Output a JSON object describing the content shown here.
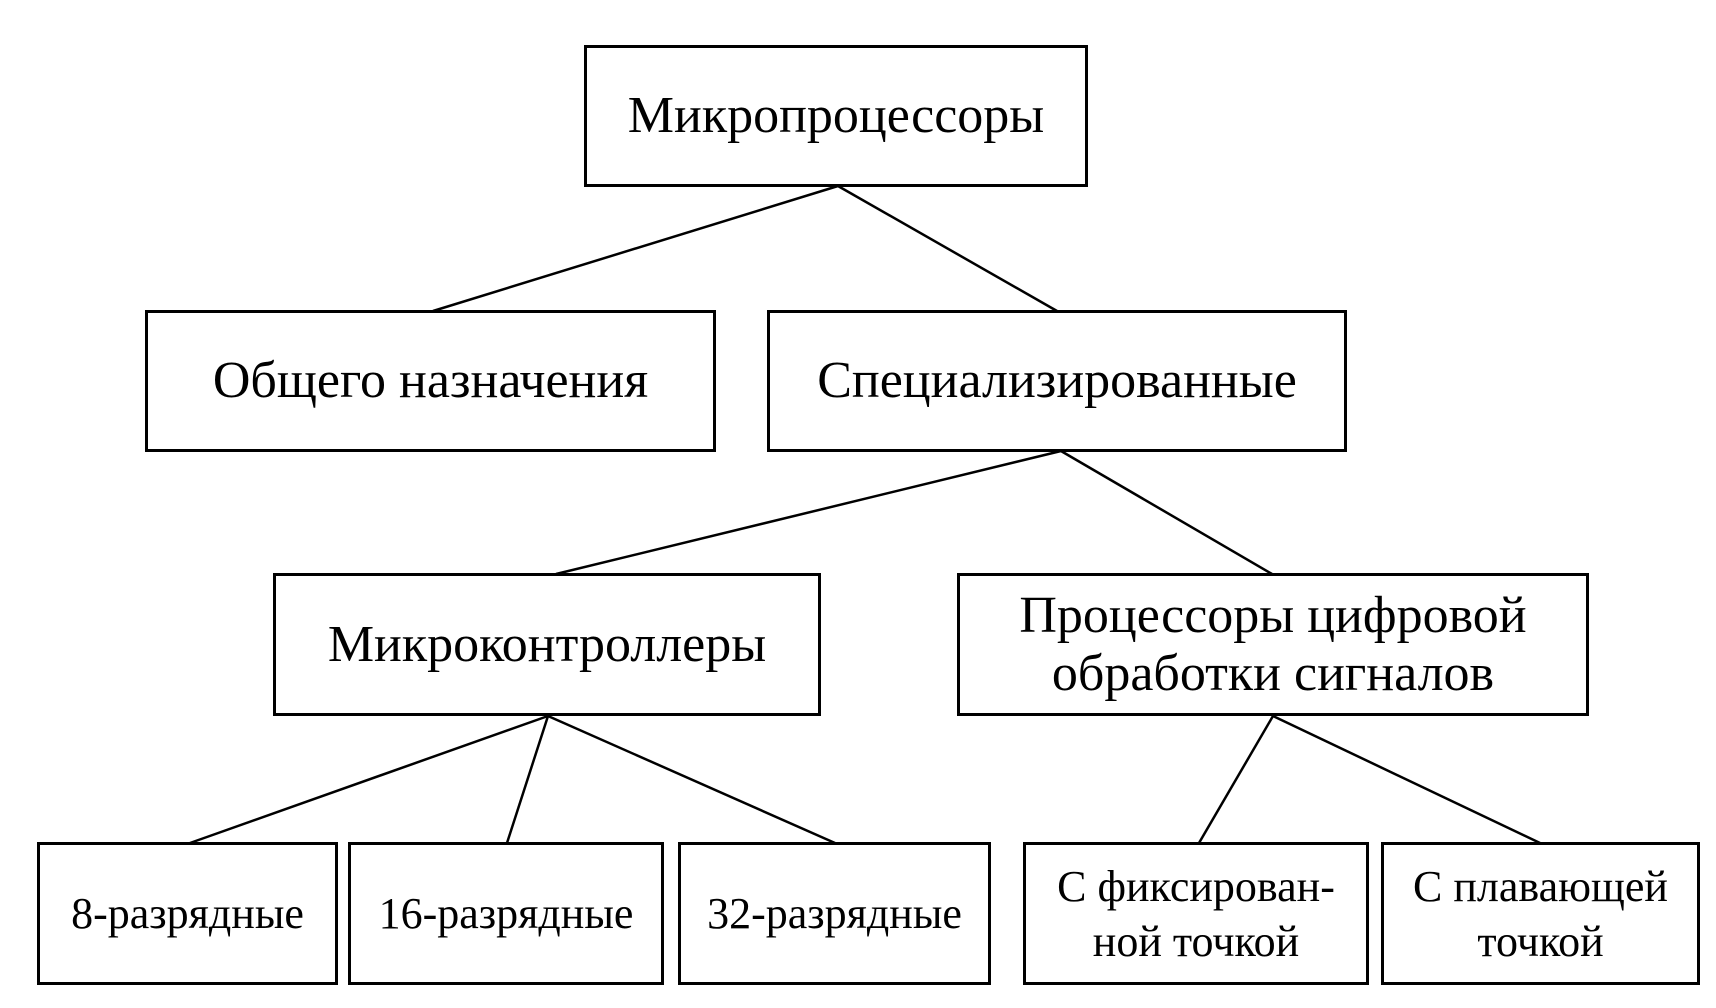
{
  "nodes": {
    "root": "Микропроцессоры",
    "general": "Общего назначения",
    "specialized": "Специализированные",
    "microcontrollers": "Микроконтроллеры",
    "dsp": {
      "line1": "Процессоры цифровой",
      "line2": "обработки сигналов"
    },
    "bit8": "8-разрядные",
    "bit16": "16-разрядные",
    "bit32": "32-разрядные",
    "fixed_point": {
      "line1": "С фиксирован-",
      "line2": "ной точкой"
    },
    "floating_point": {
      "line1": "С плавающей",
      "line2": "точкой"
    }
  },
  "colors": {
    "line": "#000000",
    "background": "#ffffff"
  }
}
